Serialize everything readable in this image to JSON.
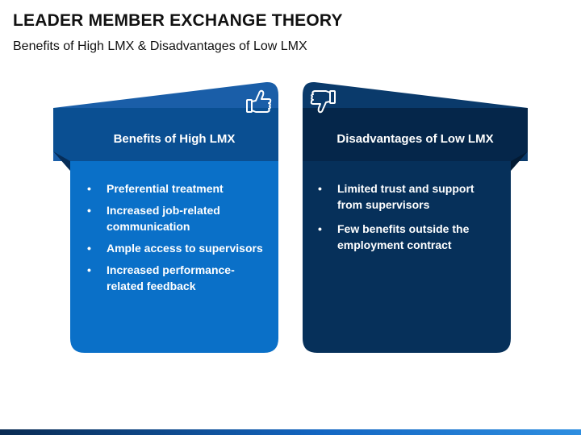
{
  "title": "LEADER MEMBER EXCHANGE THEORY",
  "subtitle": "Benefits of High LMX & Disadvantages of Low LMX",
  "colors": {
    "blue_panel": "#0a70c8",
    "blue_header": "#0a4f92",
    "blue_tab": "#1a5ea8",
    "navy_panel": "#06305a",
    "navy_header": "#05264a",
    "navy_tab": "#0a3a6b"
  },
  "left": {
    "heading": "Benefits of High LMX",
    "icon": "thumbs-up-icon",
    "items": [
      "Preferential treatment",
      "Increased job-related communication",
      "Ample access to supervisors",
      "Increased performance-related feedback"
    ]
  },
  "right": {
    "heading": "Disadvantages of Low LMX",
    "icon": "thumbs-down-icon",
    "items": [
      "Limited trust and support from supervisors",
      "Few benefits outside the employment contract"
    ]
  }
}
